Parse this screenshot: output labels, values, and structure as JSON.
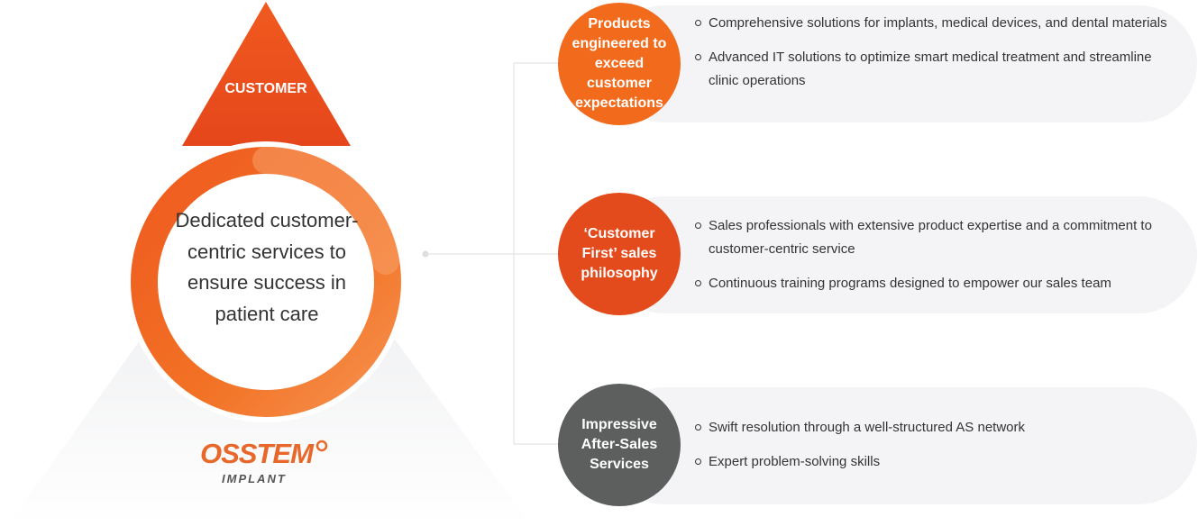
{
  "apex_label": "CUSTOMER",
  "center_text": "Dedicated customer-centric services to ensure success in patient care",
  "logo": {
    "name": "OSSTEM",
    "sub": "IMPLANT"
  },
  "colors": {
    "orange": "#f26b1c",
    "red_orange": "#e34b1c",
    "gray": "#5d5f5e",
    "pill_bg": "#f4f4f6"
  },
  "pillars": [
    {
      "title": "Products engineered to exceed customer expectations",
      "bullets": [
        "Comprehensive solutions for implants, medical devices, and dental materials",
        "Advanced IT solutions to optimize smart medical treatment and streamline clinic operations"
      ]
    },
    {
      "title": "‘Customer First’ sales philosophy",
      "bullets": [
        "Sales professionals with extensive product expertise and a commitment to customer-centric service",
        "Continuous training programs designed to empower our sales team"
      ]
    },
    {
      "title": "Impressive After-Sales Services",
      "bullets": [
        "Swift resolution through a well-structured AS network",
        "Expert problem-solving skills"
      ]
    }
  ]
}
